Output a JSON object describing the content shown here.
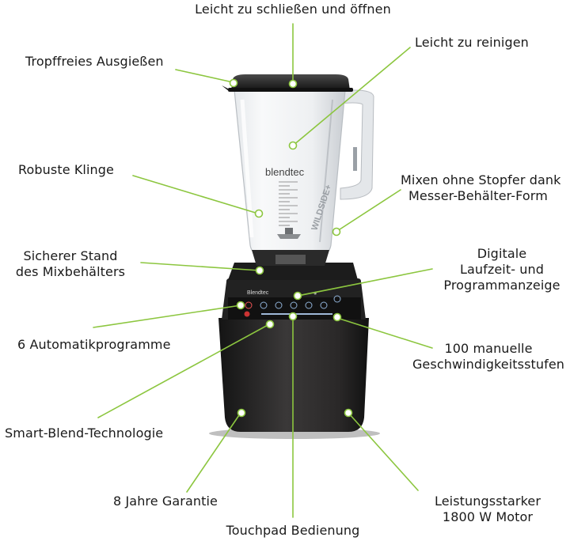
{
  "colors": {
    "leader_green": "#8cc63f",
    "background": "#ffffff",
    "text": "#1a1a1a"
  },
  "product": {
    "brand_jar": "blendtec",
    "brand_base": "Blendtec",
    "jar_side_text": "WILDSIDE+"
  },
  "features": {
    "close_open": "Leicht zu schließen und öffnen",
    "clean": "Leicht zu reinigen",
    "drip_free": "Tropffreies Ausgießen",
    "blade": "Robuste Klinge",
    "no_tamper_1": "Mixen ohne Stopfer dank",
    "no_tamper_2": "Messer-Behälter-Form",
    "stand_1": "Sicherer Stand",
    "stand_2": "des Mixbehälters",
    "display_1": "Digitale",
    "display_2": "Laufzeit- und",
    "display_3": "Programmanzeige",
    "programs": "6 Automatikprogramme",
    "speeds_1": "100 manuelle",
    "speeds_2": "Geschwindigkeitsstufen",
    "smart_blend": "Smart-Blend-Technologie",
    "warranty": "8 Jahre Garantie",
    "motor_1": "Leistungsstarker",
    "motor_2": "1800 W Motor",
    "touchpad": "Touchpad Bedienung"
  }
}
